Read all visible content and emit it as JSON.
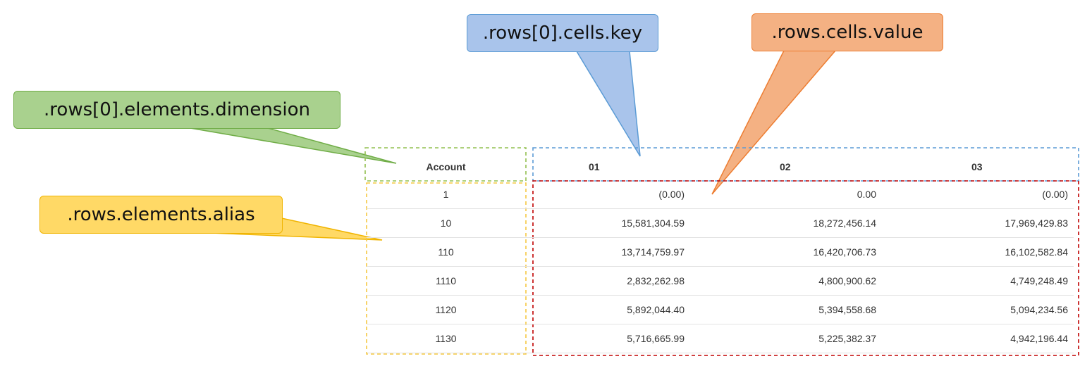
{
  "annotations": {
    "cells_key": ".rows[0].cells.key",
    "cells_value": ".rows.cells.value",
    "elements_dimension": ".rows[0].elements.dimension",
    "elements_alias": ".rows.elements.alias"
  },
  "colors": {
    "green": "#a9d18e",
    "blue": "#a9c4eb",
    "orange": "#f4b183",
    "yellow": "#ffd966",
    "red_dash": "#c00000",
    "blue_dash": "#4a86c8"
  },
  "table": {
    "header": {
      "account": "Account",
      "periods": [
        "01",
        "02",
        "03"
      ]
    },
    "rows": [
      {
        "account": "1",
        "values": [
          "(0.00)",
          "0.00",
          "(0.00)"
        ]
      },
      {
        "account": "10",
        "values": [
          "15,581,304.59",
          "18,272,456.14",
          "17,969,429.83"
        ]
      },
      {
        "account": "110",
        "values": [
          "13,714,759.97",
          "16,420,706.73",
          "16,102,582.84"
        ]
      },
      {
        "account": "1110",
        "values": [
          "2,832,262.98",
          "4,800,900.62",
          "4,749,248.49"
        ]
      },
      {
        "account": "1120",
        "values": [
          "5,892,044.40",
          "5,394,558.68",
          "5,094,234.56"
        ]
      },
      {
        "account": "1130",
        "values": [
          "5,716,665.99",
          "5,225,382.37",
          "4,942,196.44"
        ]
      }
    ]
  }
}
